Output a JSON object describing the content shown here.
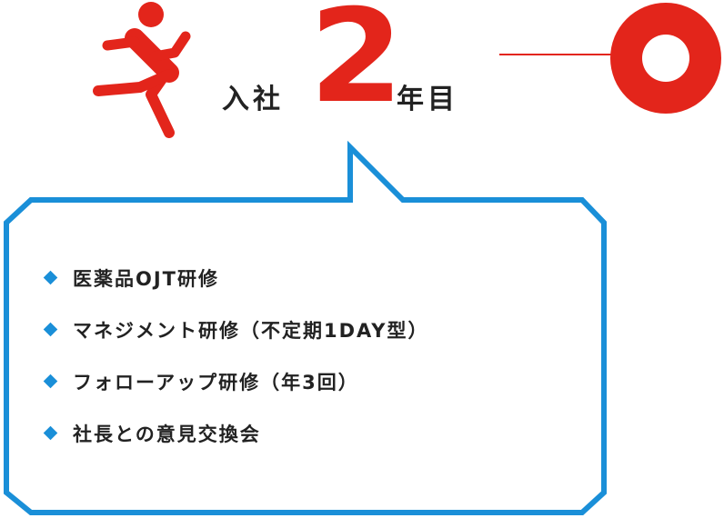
{
  "heading": {
    "prefix": "入社",
    "year_number": "2",
    "suffix": "年目"
  },
  "bullet_items": [
    "医薬品OJT研修",
    "マネジメント研修（不定期1DAY型）",
    "フォローアップ研修（年3回）",
    "社長との意見交換会"
  ],
  "icons": {
    "runner": "running-person-icon",
    "timeline_marker": "ring-marker-icon",
    "bullet": "diamond-bullet-icon"
  },
  "colors": {
    "accent_red": "#e3251b",
    "accent_blue": "#1a8fd8",
    "text": "#222222"
  }
}
